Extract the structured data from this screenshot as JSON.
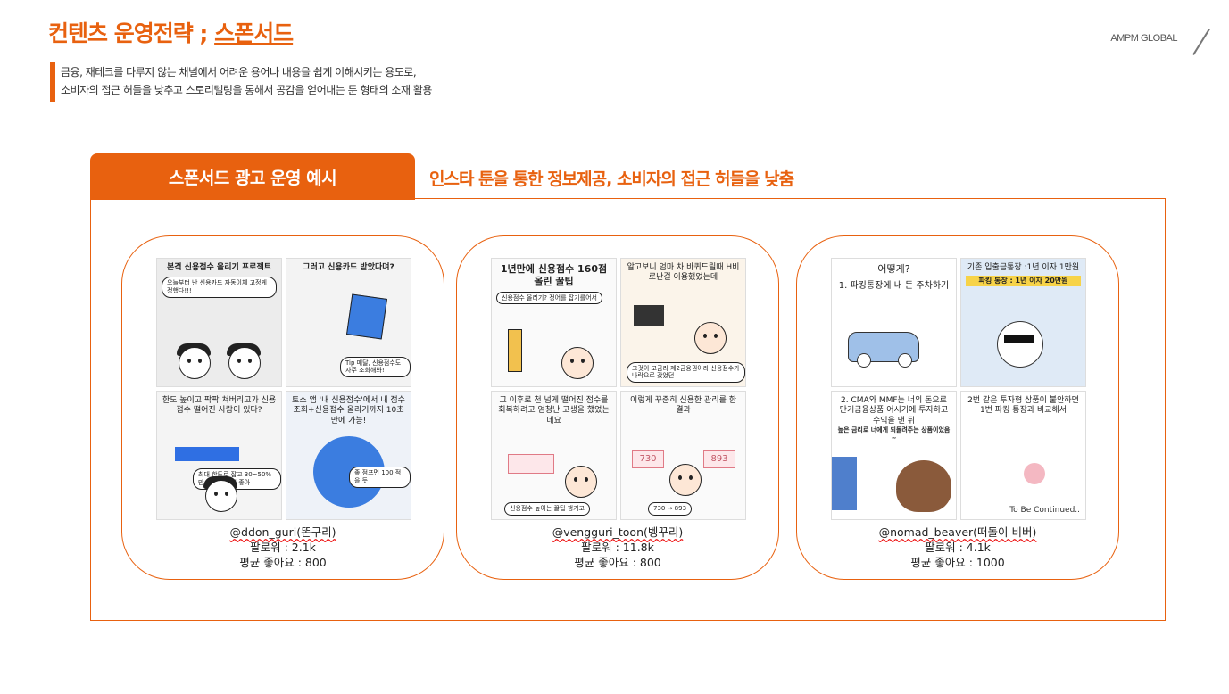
{
  "header": {
    "title_prefix": "컨텐츠 운영전략 ; ",
    "title_highlight": "스폰서드",
    "brand": "AMPM GLOBAL"
  },
  "description": {
    "line1": "금융, 재테크를 다루지 않는 채널에서 어려운 용어나 내용을 쉽게 이해시키는 용도로,",
    "line2": "소비자의 접근 허들을 낮추고 스토리텔링을 통해서 공감을 얻어내는 툰 형태의 소재 활용"
  },
  "section": {
    "tab_label": "스폰서드 광고 운영 예시",
    "subtitle": "인스타 툰을 통한 정보제공, 소비자의 접근 허들을 낮춤"
  },
  "colors": {
    "accent": "#e8610f"
  },
  "cards": [
    {
      "handle": "@ddon_guri(똔구리)",
      "followers": "팔로워 : 2.1k",
      "likes": "평균 좋아요 : 800",
      "panels": [
        {
          "caption": "본격 신용점수 올리기 프로젝트",
          "bubble": "오늘부터 난 신용카드 자동이체 고정게 정했다!!!"
        },
        {
          "caption": "그러고 신용카드 받았다며?",
          "bubble": "Tip 매달, 신용점수도 자주 조회해봐!"
        },
        {
          "caption": "한도 높이고 팍팍 쳐버리고가 신용점수 떨어진 사람이 있다?",
          "bubble": "최대 한도로 잡고 30~50%만 쓰는게 제일 좋아"
        },
        {
          "caption": "토스 앱 '내 신용점수'에서 내 점수 조회+신용점수 올리기까지 10초 만에 가능!",
          "bubble": "좋 점프면 100 적을 듯"
        }
      ]
    },
    {
      "handle": "@vengguri_toon(벵꾸리)",
      "followers": "팔로워 : 11.8k",
      "likes": "평균 좋아요 : 800",
      "panels": [
        {
          "caption": "1년만에 신용점수 160점 올린 꿀팁",
          "bubble": "신용점수 올리기? 정어를 잡기를어서"
        },
        {
          "caption": "알고보니 엄마 차 바퀴드릴때 H비로난걸 이용했었는데",
          "bubble": "그것이 고금리 제2금융권이라 신용점수가 나락으로 갔었던"
        },
        {
          "caption": "그 이후로 천 넘게 떨어진 점수를 회복하려고 엄청난 고생을 했었는데요",
          "bubble": "신용점수 높이는 꿀팁 챙기고"
        },
        {
          "caption": "이렇게 꾸준히 신용한 관리를 한 결과",
          "bubble": "730 → 893"
        }
      ]
    },
    {
      "handle": "@nomad_beaver(떠돌이 비버)",
      "followers": "팔로워 : 4.1k",
      "likes": "평균 좋아요 : 1000",
      "panels": [
        {
          "caption": "어떻게?",
          "bubble": "1. 파킹통장에 내 돈 주차하기"
        },
        {
          "caption": "기존 입출금통장 :1년 이자 1만원",
          "bubble": "파킹 통장 : 1년 이자 20만원"
        },
        {
          "caption": "2. CMA와 MMF는 너의 돈으로 단기금융상품 어시기에 투자하고 수익을 낸 뒤",
          "bubble": "높은 금리로 너에게 되돌려주는 상품이었음~"
        },
        {
          "caption": "2번 같은 투자형 상품이 불안하면 1번 파킹 통장과 비교해서",
          "bubble": "To Be Continued.."
        }
      ]
    }
  ]
}
